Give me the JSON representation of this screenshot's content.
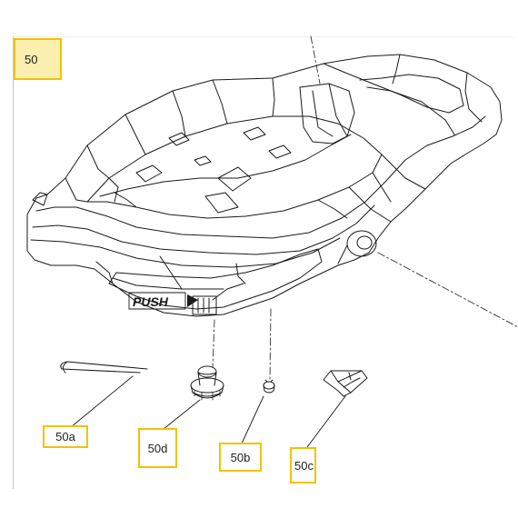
{
  "callouts": {
    "main": "50",
    "part_a": "50a",
    "part_b": "50b",
    "part_c": "50c",
    "part_d": "50d"
  },
  "drawing": {
    "embossed_text": "PUSH"
  },
  "colors": {
    "callout_border": "#f2c200",
    "main_callout_fill": "#fcefb0",
    "line_art": "#1a1a1a"
  }
}
